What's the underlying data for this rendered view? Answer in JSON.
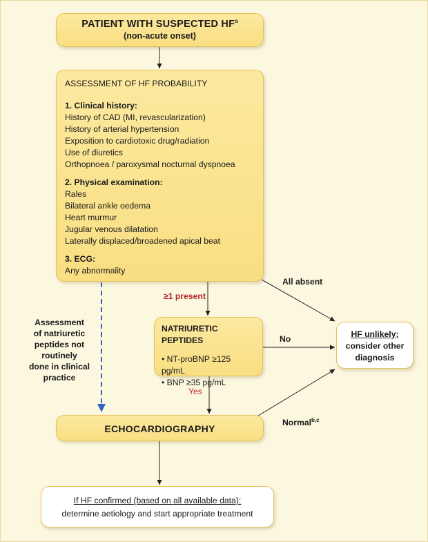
{
  "patient": {
    "title": "PATIENT WITH SUSPECTED HF",
    "title_sup": "a",
    "subtitle": "(non-acute onset)"
  },
  "assessment": {
    "title": "ASSESSMENT OF HF PROBABILITY",
    "sections": [
      {
        "heading": "1. Clinical history:",
        "items": [
          "History of CAD (MI, revascularization)",
          "History of arterial hypertension",
          "Exposition to cardiotoxic drug/radiation",
          "Use of diuretics",
          "Orthopnoea / paroxysmal nocturnal dyspnoea"
        ]
      },
      {
        "heading": "2. Physical examination:",
        "items": [
          "Rales",
          "Bilateral ankle oedema",
          "Heart murmur",
          "Jugular venous dilatation",
          "Laterally displaced/broadened apical beat"
        ]
      },
      {
        "heading": "3. ECG:",
        "items": [
          "Any abnormality"
        ]
      }
    ]
  },
  "labels": {
    "all_absent": "All absent",
    "present": "≥1 present",
    "no": "No",
    "yes": "Yes",
    "normal": "Normal",
    "normal_sup": "b,c",
    "dashed_note": [
      "Assessment",
      "of natriuretic",
      "peptides not routinely",
      "done in clinical",
      "practice"
    ]
  },
  "natriuretic": {
    "title": "NATRIURETIC PEPTIDES",
    "items": [
      "• NT-proBNP ≥125 pg/mL",
      "• BNP  ≥35 pg/mL"
    ]
  },
  "unlikely": {
    "title": "HF unlikely;",
    "lines": [
      "consider other",
      "diagnosis"
    ]
  },
  "echo": {
    "title": "ECHOCARDIOGRAPHY"
  },
  "confirmed": {
    "title": "If HF confirmed (based on all available data):",
    "line": "determine aetiology and start appropriate treatment"
  },
  "colors": {
    "box_fill": "#fbe38e",
    "box_border": "#e4c157",
    "background": "#fcf7df",
    "dashed_arrow": "#2f62b8",
    "highlight_text": "#b5262b"
  }
}
